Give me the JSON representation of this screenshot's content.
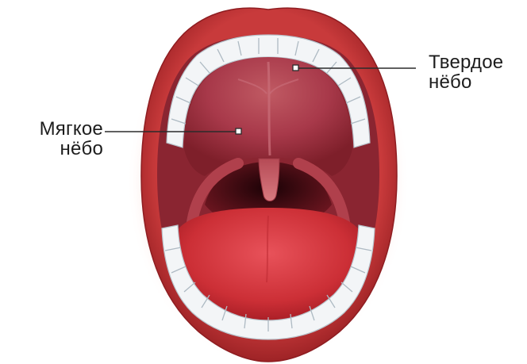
{
  "labels": {
    "soft_palate": {
      "line1": "Мягкое",
      "line2": "нёбо"
    },
    "hard_palate": {
      "line1": "Твердое",
      "line2": "нёбо"
    }
  },
  "colors": {
    "lips": "#c9393a",
    "lip_glow": "#f26a52",
    "palate": "#a2343f",
    "tongue": "#d63a40",
    "throat": "#3a0c12",
    "teeth": "#f4f6f8",
    "leader_line": "#2b2b2b"
  }
}
